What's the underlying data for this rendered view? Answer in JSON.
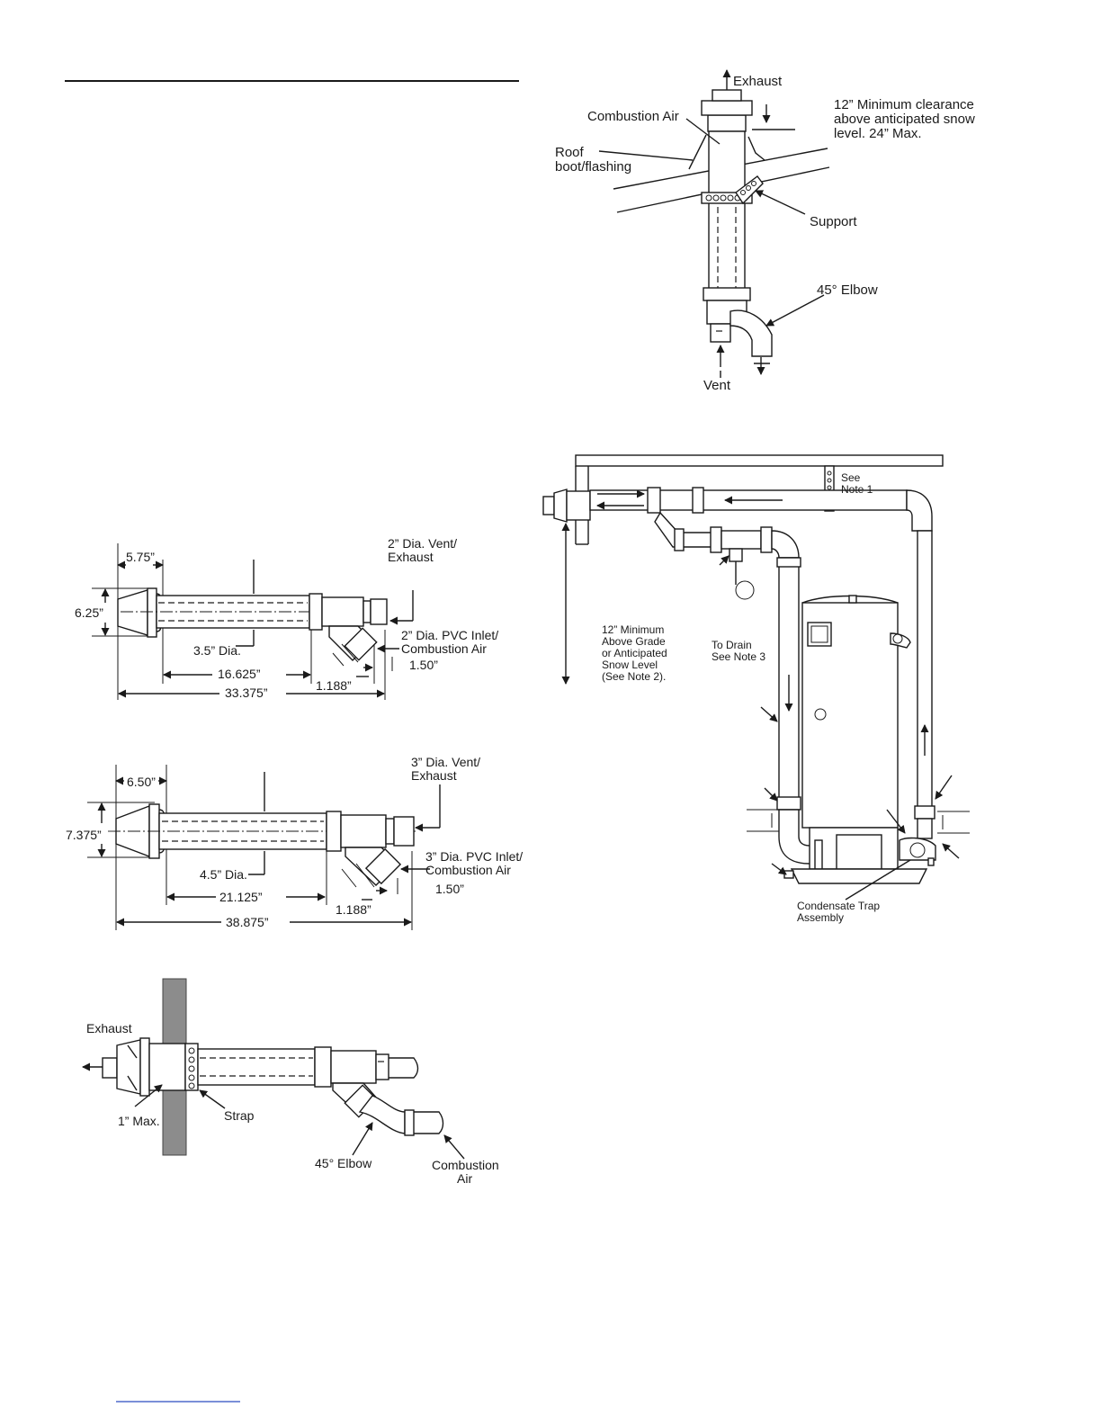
{
  "fig_roof": {
    "exhaust": "Exhaust",
    "combustion_air": "Combustion Air",
    "clearance_l1": "12” Minimum clearance",
    "clearance_l2": "above anticipated snow",
    "clearance_l3": "level.  24” Max.",
    "roof_l1": "Roof",
    "roof_l2": "boot/flashing",
    "support": "Support",
    "elbow": "45° Elbow",
    "vent": "Vent"
  },
  "fig_sidewall": {
    "note1_l1": "See",
    "note1_l2": "Note 1",
    "min_l1": "12” Minimum",
    "min_l2": "Above Grade",
    "min_l3": "or Anticipated",
    "min_l4": "Snow Level",
    "min_l5": "(See Note 2).",
    "drain_l1": "To Drain",
    "drain_l2": "See Note 3",
    "trap_l1": "Condensate Trap",
    "trap_l2": "Assembly"
  },
  "fig_kit2": {
    "d_575": "5.75”",
    "d_625": "6.25”",
    "vent_l1": "2” Dia. Vent/",
    "vent_l2": "Exhaust",
    "dia": "3.5” Dia.",
    "inlet_l1": "2” Dia. PVC Inlet/",
    "inlet_l2": "Combustion Air",
    "d_150": "1.50”",
    "d_16625": "16.625”",
    "d_1188": "1.188”",
    "d_33375": "33.375”"
  },
  "fig_kit3": {
    "d_650": "6.50”",
    "d_7375": "7.375”",
    "vent_l1": "3” Dia. Vent/",
    "vent_l2": "Exhaust",
    "dia": "4.5” Dia.",
    "inlet_l1": "3” Dia. PVC Inlet/",
    "inlet_l2": "Combustion Air",
    "d_150": "1.50”",
    "d_21125": "21.125”",
    "d_1188": "1.188”",
    "d_38875": "38.875”"
  },
  "fig_wall": {
    "exhaust": "Exhaust",
    "max": "1” Max.",
    "strap": "Strap",
    "elbow": "45°  Elbow",
    "air_l1": "Combustion",
    "air_l2": "Air"
  }
}
